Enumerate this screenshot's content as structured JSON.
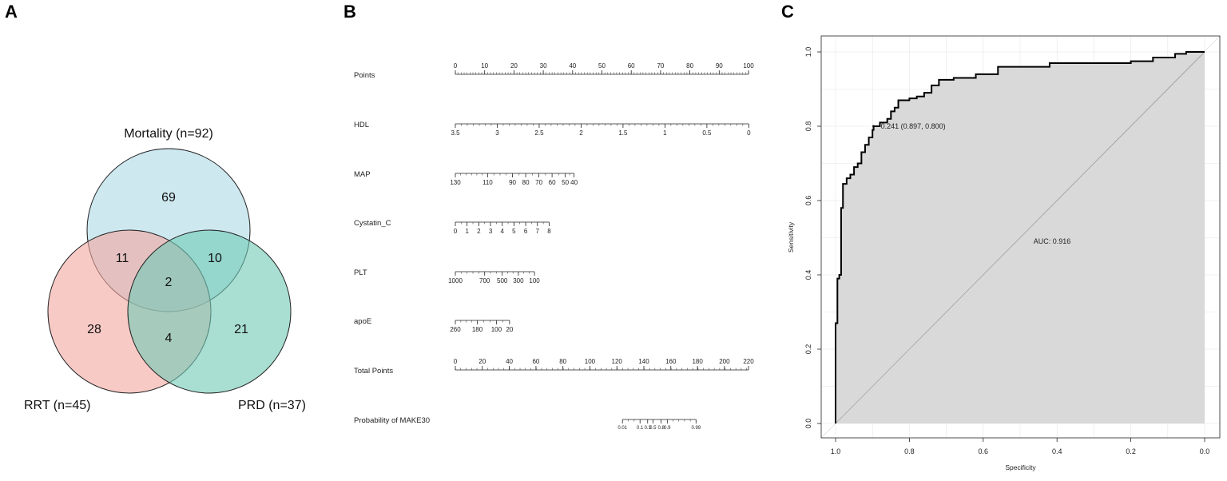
{
  "panels": {
    "a": "A",
    "b": "B",
    "c": "C"
  },
  "chart_data": [
    {
      "type": "venn",
      "panel": "A",
      "sets": [
        {
          "name": "Mortality (n=92)",
          "size": 92,
          "color": "#add8e6"
        },
        {
          "name": "RRT (n=45)",
          "size": 45,
          "color": "#f4a6a0"
        },
        {
          "name": "PRD (n=37)",
          "size": 37,
          "color": "#6fcab6"
        }
      ],
      "regions": [
        {
          "sets": [
            "Mortality"
          ],
          "count": 69
        },
        {
          "sets": [
            "RRT"
          ],
          "count": 28
        },
        {
          "sets": [
            "PRD"
          ],
          "count": 21
        },
        {
          "sets": [
            "Mortality",
            "RRT"
          ],
          "count": 11
        },
        {
          "sets": [
            "Mortality",
            "PRD"
          ],
          "count": 10
        },
        {
          "sets": [
            "RRT",
            "PRD"
          ],
          "count": 4
        },
        {
          "sets": [
            "Mortality",
            "RRT",
            "PRD"
          ],
          "count": 2
        }
      ]
    },
    {
      "type": "nomogram",
      "panel": "B",
      "rows": [
        {
          "label": "Points",
          "ticks": [
            "0",
            "10",
            "20",
            "30",
            "40",
            "50",
            "60",
            "70",
            "80",
            "90",
            "100"
          ]
        },
        {
          "label": "HDL",
          "ticks": [
            "3.5",
            "3",
            "2.5",
            "2",
            "1.5",
            "1",
            "0.5",
            "0"
          ]
        },
        {
          "label": "MAP",
          "ticks": [
            "130",
            "110",
            "90",
            "80",
            "70",
            "60",
            "50",
            "40"
          ]
        },
        {
          "label": "Cystatin_C",
          "ticks": [
            "0",
            "1",
            "2",
            "3",
            "4",
            "5",
            "6",
            "7",
            "8"
          ]
        },
        {
          "label": "PLT",
          "ticks": [
            "1000",
            "700",
            "500",
            "300",
            "100"
          ]
        },
        {
          "label": "apoE",
          "ticks": [
            "260",
            "180",
            "100",
            "20"
          ]
        },
        {
          "label": "Total Points",
          "ticks": [
            "0",
            "20",
            "40",
            "60",
            "80",
            "100",
            "120",
            "140",
            "160",
            "180",
            "200",
            "220"
          ]
        },
        {
          "label": "Probability of MAKE30",
          "ticks": [
            "0.01",
            "0.1",
            "0.3",
            "0.5",
            "0.8",
            "0.9",
            "0.99"
          ]
        }
      ]
    },
    {
      "type": "line",
      "panel": "C",
      "xlabel": "Specificity",
      "ylabel": "Sensitivity",
      "xlim": [
        1.0,
        0.0
      ],
      "ylim": [
        0.0,
        1.0
      ],
      "xticks": [
        "1.0",
        "0.8",
        "0.6",
        "0.4",
        "0.2",
        "0.0"
      ],
      "yticks": [
        "0.0",
        "0.2",
        "0.4",
        "0.6",
        "0.8",
        "1.0"
      ],
      "annotations": {
        "auc": "AUC: 0.916",
        "threshold": "0.241 (0.897, 0.800)"
      },
      "threshold_point": {
        "specificity": 0.897,
        "sensitivity": 0.8
      },
      "series": [
        {
          "points": [
            [
              1.0,
              0.0
            ],
            [
              1.0,
              0.27
            ],
            [
              0.995,
              0.27
            ],
            [
              0.995,
              0.39
            ],
            [
              0.99,
              0.39
            ],
            [
              0.99,
              0.4
            ],
            [
              0.985,
              0.4
            ],
            [
              0.985,
              0.58
            ],
            [
              0.98,
              0.58
            ],
            [
              0.98,
              0.645
            ],
            [
              0.97,
              0.645
            ],
            [
              0.97,
              0.66
            ],
            [
              0.96,
              0.66
            ],
            [
              0.96,
              0.67
            ],
            [
              0.95,
              0.67
            ],
            [
              0.95,
              0.69
            ],
            [
              0.94,
              0.69
            ],
            [
              0.94,
              0.7
            ],
            [
              0.93,
              0.7
            ],
            [
              0.93,
              0.73
            ],
            [
              0.92,
              0.73
            ],
            [
              0.92,
              0.75
            ],
            [
              0.91,
              0.75
            ],
            [
              0.91,
              0.77
            ],
            [
              0.9,
              0.77
            ],
            [
              0.9,
              0.79
            ],
            [
              0.897,
              0.79
            ],
            [
              0.897,
              0.8
            ],
            [
              0.88,
              0.8
            ],
            [
              0.88,
              0.81
            ],
            [
              0.86,
              0.81
            ],
            [
              0.86,
              0.82
            ],
            [
              0.85,
              0.82
            ],
            [
              0.85,
              0.84
            ],
            [
              0.84,
              0.84
            ],
            [
              0.84,
              0.85
            ],
            [
              0.83,
              0.85
            ],
            [
              0.83,
              0.87
            ],
            [
              0.8,
              0.87
            ],
            [
              0.8,
              0.875
            ],
            [
              0.78,
              0.875
            ],
            [
              0.78,
              0.88
            ],
            [
              0.76,
              0.88
            ],
            [
              0.76,
              0.89
            ],
            [
              0.74,
              0.89
            ],
            [
              0.74,
              0.91
            ],
            [
              0.72,
              0.91
            ],
            [
              0.72,
              0.925
            ],
            [
              0.68,
              0.925
            ],
            [
              0.68,
              0.93
            ],
            [
              0.62,
              0.93
            ],
            [
              0.62,
              0.94
            ],
            [
              0.56,
              0.94
            ],
            [
              0.56,
              0.96
            ],
            [
              0.42,
              0.96
            ],
            [
              0.42,
              0.97
            ],
            [
              0.2,
              0.97
            ],
            [
              0.2,
              0.975
            ],
            [
              0.14,
              0.975
            ],
            [
              0.14,
              0.985
            ],
            [
              0.08,
              0.985
            ],
            [
              0.08,
              0.995
            ],
            [
              0.05,
              0.995
            ],
            [
              0.05,
              1.0
            ],
            [
              0.0,
              1.0
            ]
          ]
        }
      ]
    }
  ]
}
